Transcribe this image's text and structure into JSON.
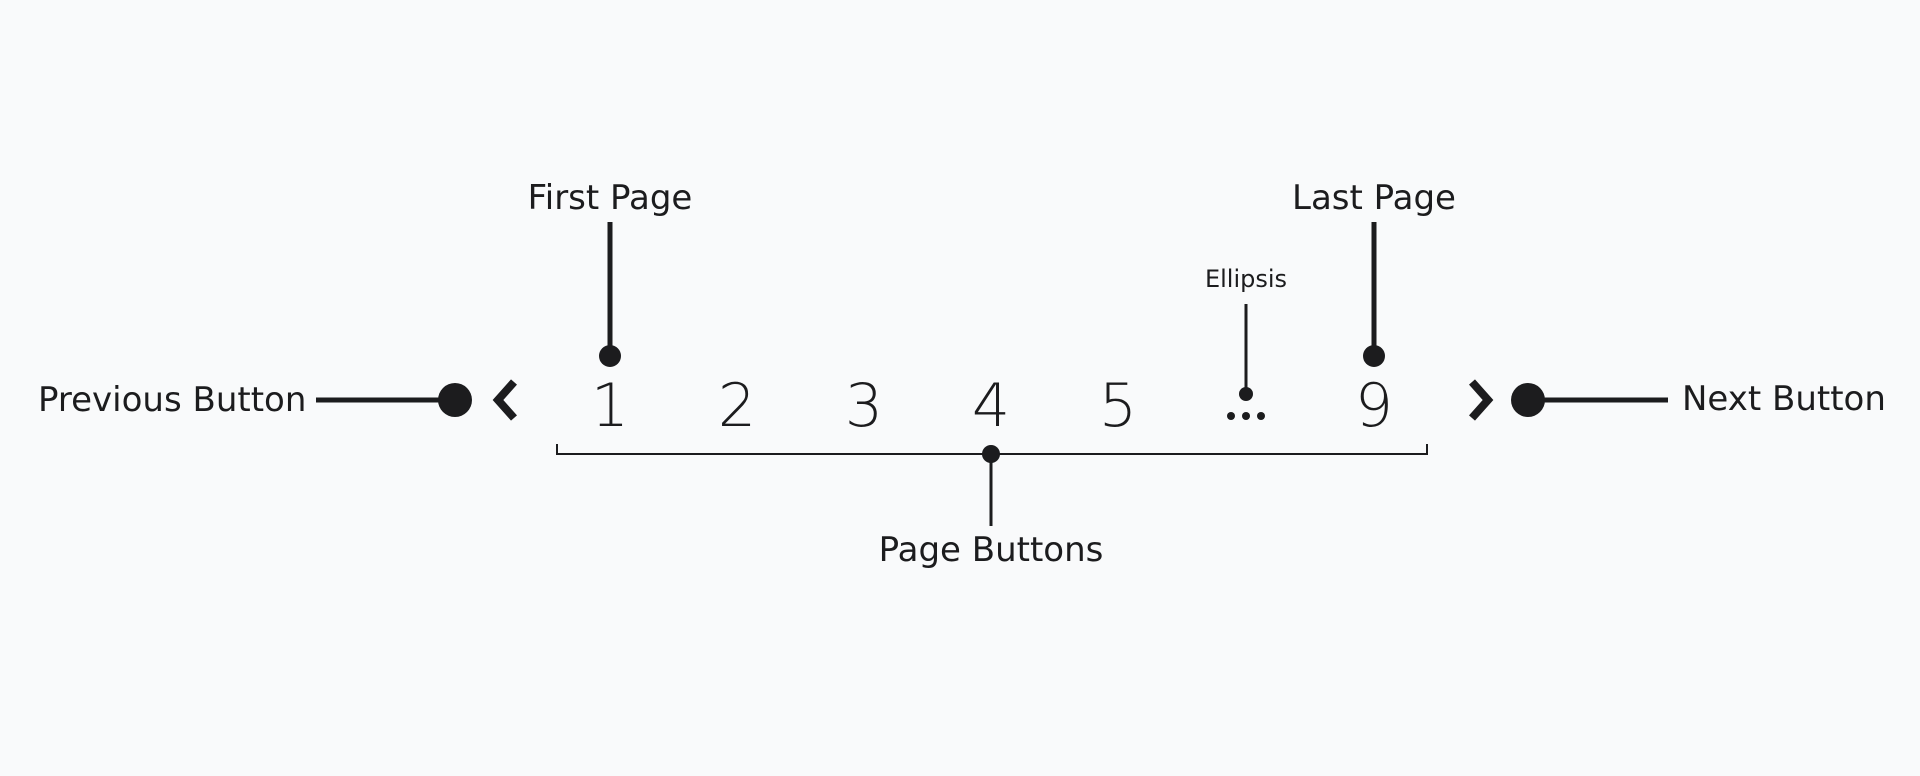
{
  "annotations": {
    "first_page": "First Page",
    "last_page": "Last Page",
    "ellipsis": "Ellipsis",
    "previous_button": "Previous Button",
    "next_button": "Next Button",
    "page_buttons": "Page Buttons"
  },
  "pagination": {
    "pages": [
      "1",
      "2",
      "3",
      "4",
      "5",
      "9"
    ],
    "ellipsis_after_index": 4,
    "prev_icon": "chevron-left-icon",
    "next_icon": "chevron-right-icon"
  },
  "colors": {
    "background": "#f9fafb",
    "ink": "#1c1c1e"
  }
}
